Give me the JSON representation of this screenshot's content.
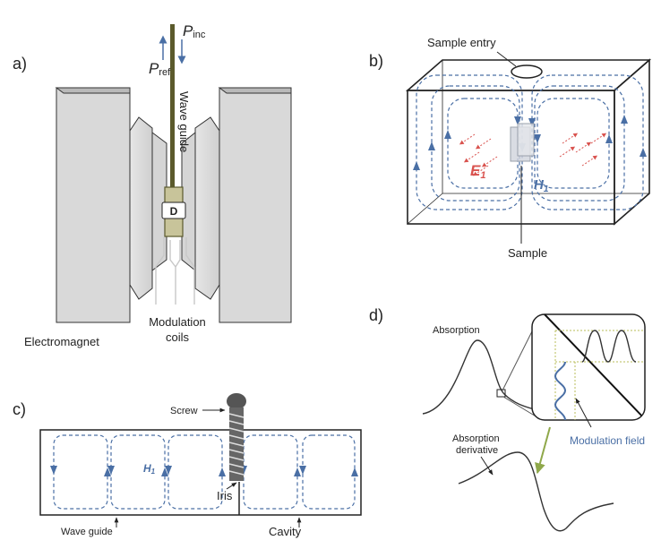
{
  "panels": {
    "a": {
      "label": "a)",
      "p_inc": "P",
      "p_inc_sub": "inc",
      "p_ref": "P",
      "p_ref_sub": "ref",
      "wave_guide": "Wave guide",
      "diode": "D",
      "modulation_coils_line1": "Modulation",
      "modulation_coils_line2": "coils",
      "electromagnet": "Electromagnet"
    },
    "b": {
      "label": "b)",
      "sample_entry": "Sample entry",
      "e1": "E",
      "e1_sub": "1",
      "h1": "H",
      "h1_sub": "1",
      "sample": "Sample"
    },
    "c": {
      "label": "c)",
      "screw": "Screw",
      "h1": "H",
      "h1_sub": "1",
      "iris": "Iris",
      "wave_guide": "Wave guide",
      "cavity": "Cavity"
    },
    "d": {
      "label": "d)",
      "absorption": "Absorption",
      "absorption_derivative_line1": "Absorption",
      "absorption_derivative_line2": "derivative",
      "modulation_field": "Modulation field"
    }
  },
  "colors": {
    "field_blue": "#4a6fa5",
    "electric_red": "#d9534f",
    "magnet_gray": "#d9d9d9",
    "waveguide_olive": "#5b5a2c",
    "diode_khaki": "#c8c49a",
    "arrow_green": "#8fa84a"
  }
}
